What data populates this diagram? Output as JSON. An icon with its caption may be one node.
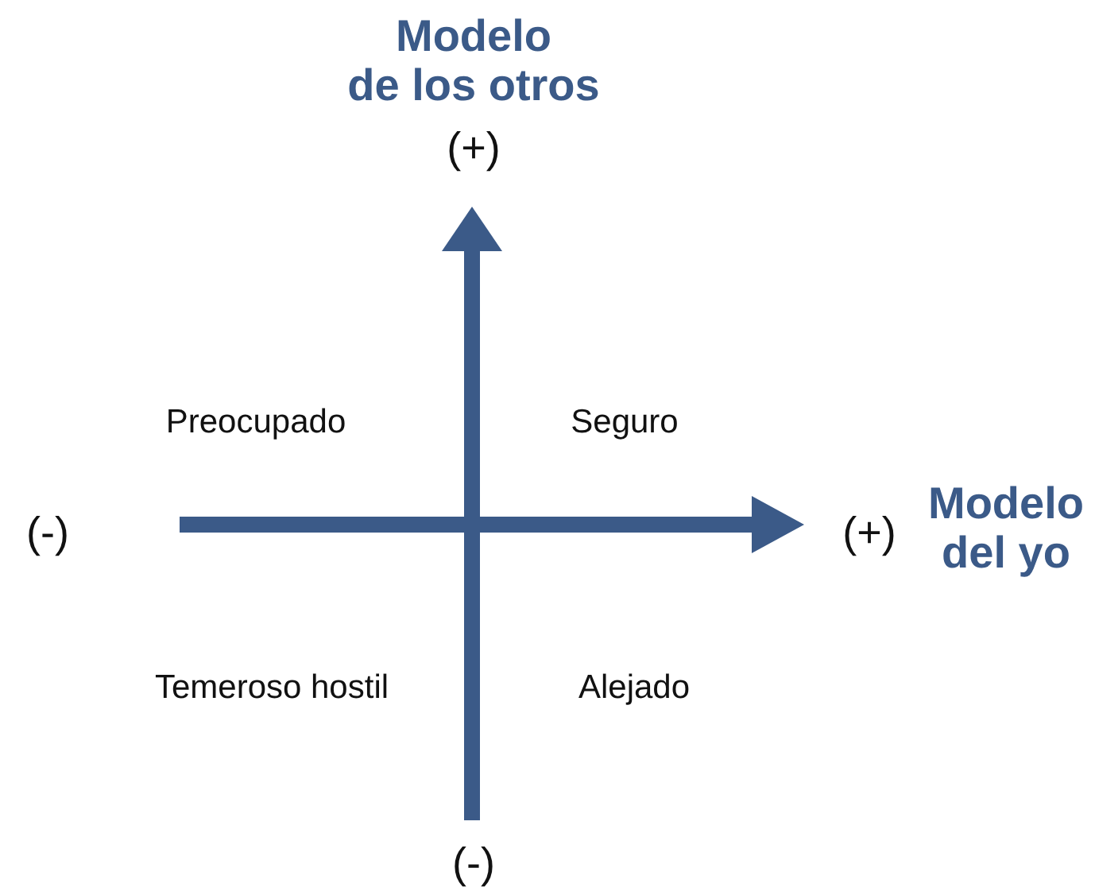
{
  "diagram": {
    "labels": [
      "Modelo de los otros",
      "(+)",
      "Preocupado",
      "Seguro",
      "(-)",
      "(+)",
      "Modelo del yo",
      "Temeroso hostil",
      "Alejado",
      "(-)"
    ]
  }
}
